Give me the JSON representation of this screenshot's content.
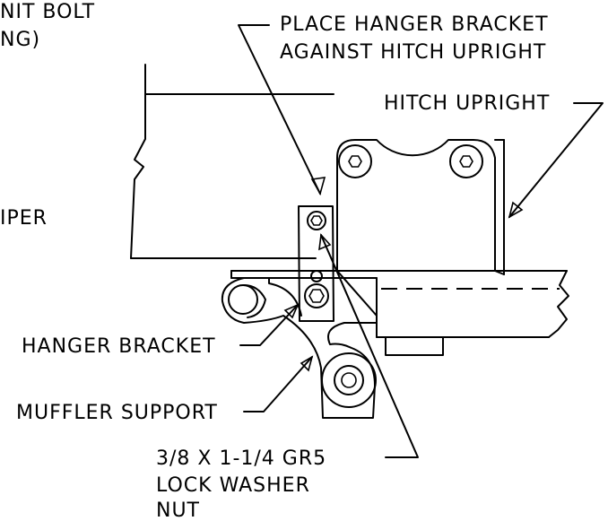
{
  "labels": {
    "top_left_line1": "NIT BOLT",
    "top_left_line2": "NG)",
    "place_line1": "PLACE HANGER BRACKET",
    "place_line2": "AGAINST HITCH UPRIGHT",
    "hitch_upright": "HITCH UPRIGHT",
    "left_mid": "IPER",
    "hanger_bracket": "HANGER BRACKET",
    "muffler_support": "MUFFLER SUPPORT",
    "bolt_line1": "3/8 X 1-1/4 GR5",
    "bolt_line2": "LOCK WASHER",
    "bolt_line3": "NUT"
  },
  "colors": {
    "ink": "#000000",
    "paper": "#ffffff"
  }
}
